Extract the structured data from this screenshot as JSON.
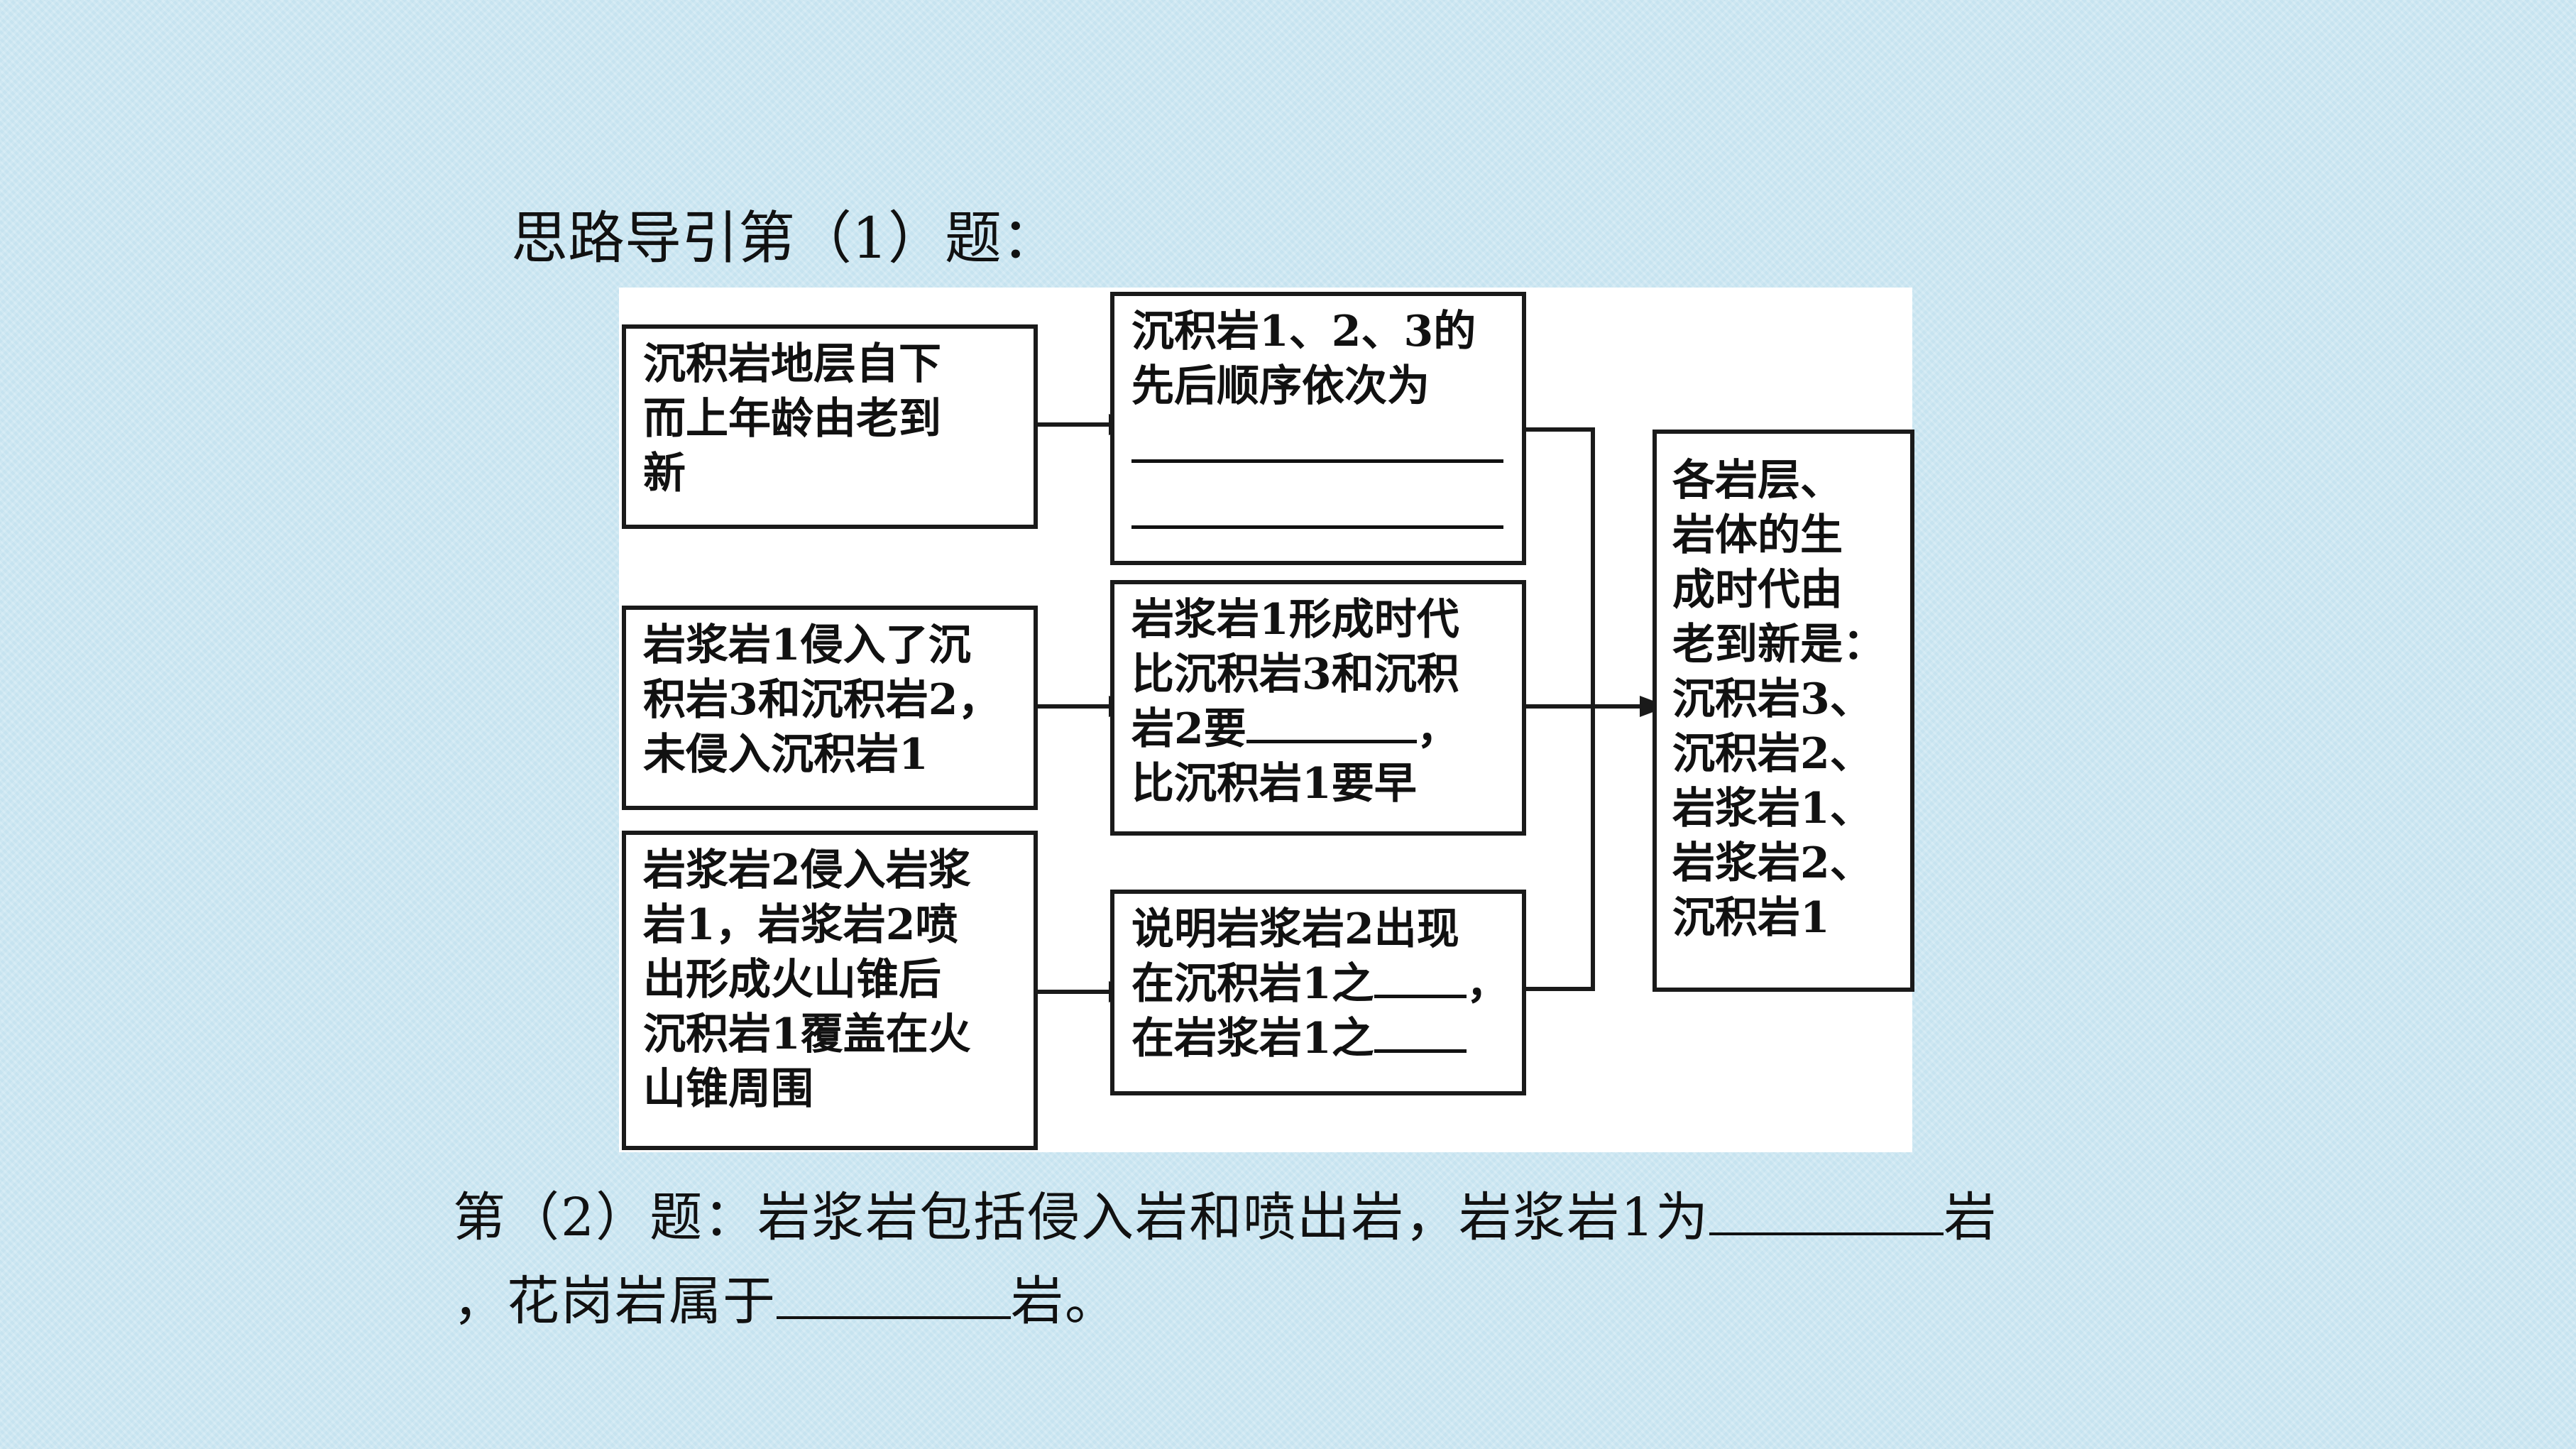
{
  "heading": {
    "lead": "思路导引",
    "rest": "第（1）题："
  },
  "boxes": {
    "left1": [
      "沉积岩地层自下",
      "而上年龄由老到",
      "新"
    ],
    "left2": [
      "岩浆岩1侵入了沉",
      "积岩3和沉积岩2，",
      "未侵入沉积岩1"
    ],
    "left3": [
      "岩浆岩2侵入岩浆",
      "岩1，岩浆岩2喷",
      "出形成火山锥后",
      "沉积岩1覆盖在火",
      "山锥周围"
    ],
    "mid1": [
      "沉积岩1、2、3的",
      "先后顺序依次为"
    ],
    "mid2": {
      "line1": "岩浆岩1形成时代",
      "line2": "比沉积岩3和沉积",
      "line3_prefix": "岩2要",
      "line3_suffix": "，",
      "line4": "比沉积岩1要早"
    },
    "mid3": {
      "line1": "说明岩浆岩2出现",
      "line2_prefix": "在沉积岩1之",
      "line2_suffix": "，",
      "line3_prefix": "在岩浆岩1之"
    },
    "right": [
      "各岩层、",
      "岩体的生",
      "成时代由",
      "老到新是：",
      "沉积岩3、",
      "沉积岩2、",
      "岩浆岩1、",
      "岩浆岩2、",
      "沉积岩1"
    ]
  },
  "question2": {
    "line1_prefix": "第（2）题：岩浆岩包括侵入岩和喷出岩，岩浆岩1为",
    "line1_suffix": "岩",
    "line2_prefix": "，花岗岩属于",
    "line2_suffix": "岩。"
  }
}
